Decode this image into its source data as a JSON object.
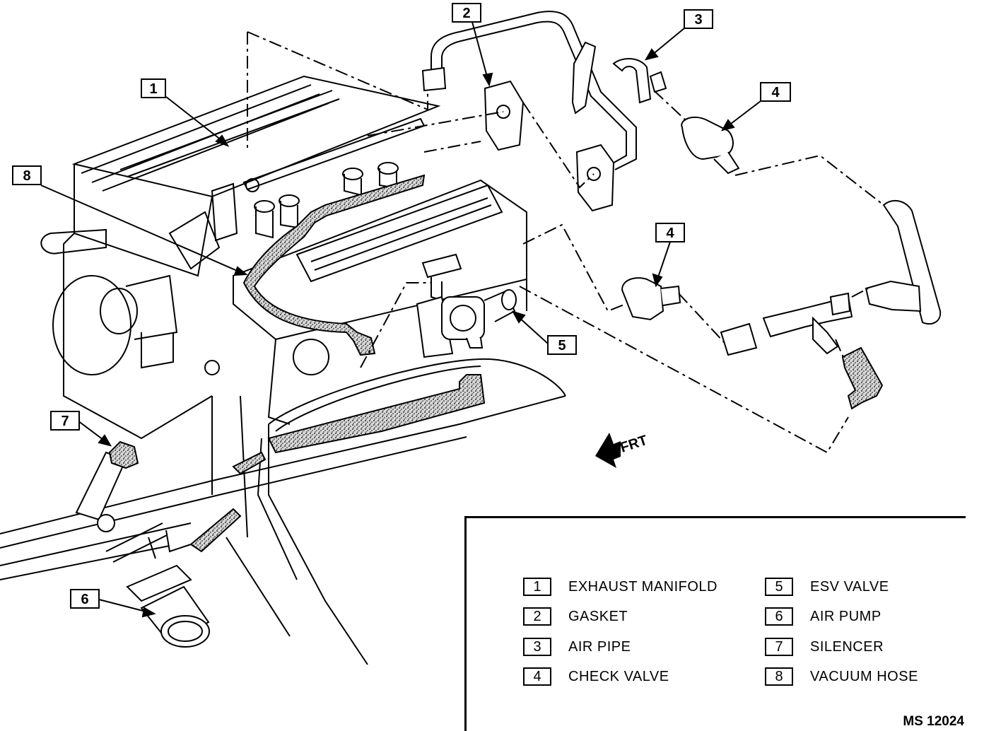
{
  "callouts": [
    "1",
    "2",
    "3",
    "4",
    "4",
    "5",
    "7",
    "6",
    "8"
  ],
  "direction_label": "FRT",
  "legend": [
    {
      "num": "1",
      "label": "EXHAUST MANIFOLD"
    },
    {
      "num": "2",
      "label": "GASKET"
    },
    {
      "num": "3",
      "label": "AIR PIPE"
    },
    {
      "num": "4",
      "label": "CHECK VALVE"
    },
    {
      "num": "5",
      "label": "ESV VALVE"
    },
    {
      "num": "6",
      "label": "AIR PUMP"
    },
    {
      "num": "7",
      "label": "SILENCER"
    },
    {
      "num": "8",
      "label": "VACUUM HOSE"
    }
  ],
  "figure_id": "MS 12024",
  "colors": {
    "ink": "#000000",
    "paper": "#ffffff",
    "hose_fill": "#cfcfcf"
  }
}
